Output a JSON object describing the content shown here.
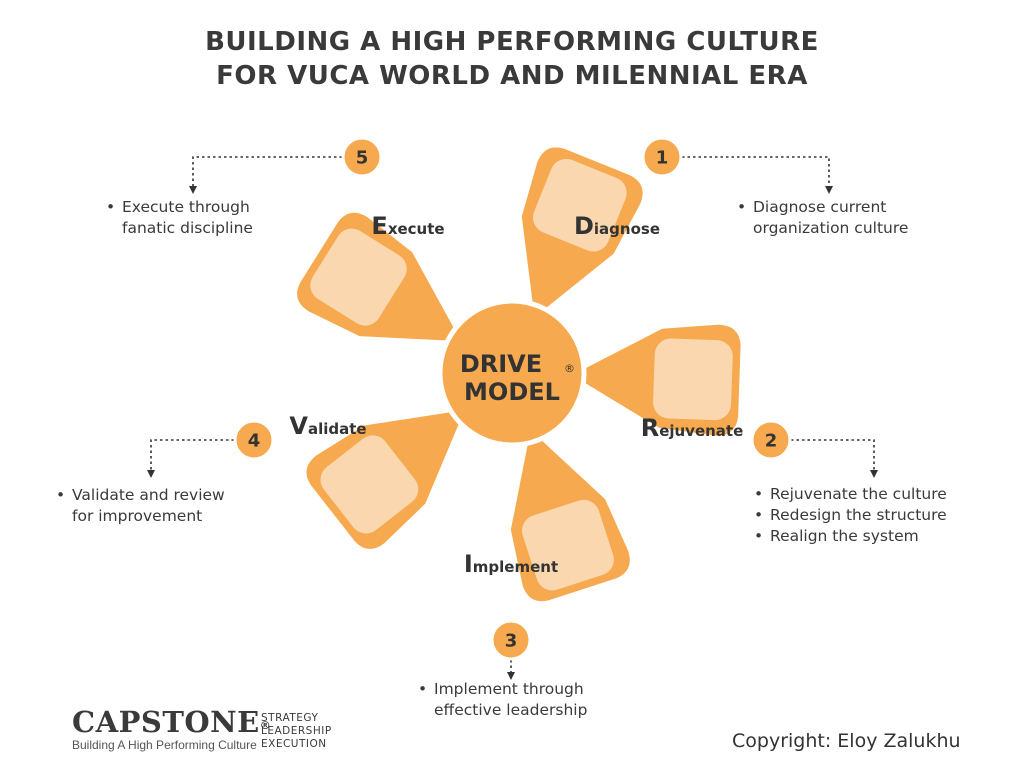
{
  "title": {
    "line1": "BUILDING A HIGH PERFORMING CULTURE",
    "line2": "FOR VUCA WORLD AND MILENNIAL ERA"
  },
  "center": {
    "line1": "DRIVE",
    "registered": "®",
    "line2": "MODEL"
  },
  "colors": {
    "petal": "#f6a94e",
    "inner": "#fad7ae",
    "stroke": "#ffffff",
    "text": "#333333"
  },
  "steps": [
    {
      "number": "1",
      "initial": "D",
      "rest": "iagnose",
      "bullets": [
        "Diagnose current",
        "organization culture"
      ]
    },
    {
      "number": "2",
      "initial": "R",
      "rest": "ejuvenate",
      "bullets": [
        "Rejuvenate the culture",
        "Redesign the structure",
        "Realign the system"
      ]
    },
    {
      "number": "3",
      "initial": "I",
      "rest": "mplement",
      "bullets": [
        "Implement through",
        "effective leadership"
      ]
    },
    {
      "number": "4",
      "initial": "V",
      "rest": "alidate",
      "bullets": [
        "Validate and review",
        "for improvement"
      ]
    },
    {
      "number": "5",
      "initial": "E",
      "rest": "xecute",
      "bullets": [
        "Execute through",
        "fanatic discipline"
      ]
    }
  ],
  "logo": {
    "name": "CAPSTONE",
    "registered": "®",
    "tagline": "Building A High Performing Culture",
    "sub": [
      "STRATEGY",
      "LEADERSHIP",
      "EXECUTION"
    ]
  },
  "copyright": "Copyright: Eloy Zalukhu"
}
